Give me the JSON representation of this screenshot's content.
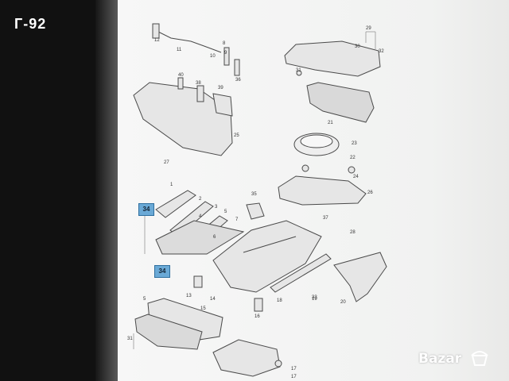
{
  "header": {
    "title": "Г-92"
  },
  "callouts": [
    "34",
    "34"
  ],
  "part_numbers": [
    "12",
    "11",
    "8",
    "9",
    "10",
    "36",
    "29",
    "30",
    "32",
    "40",
    "38",
    "39",
    "31",
    "25",
    "23",
    "21",
    "22",
    "26",
    "27",
    "35",
    "2",
    "3",
    "4",
    "5",
    "7",
    "6",
    "1",
    "13",
    "14",
    "15",
    "16",
    "17",
    "18",
    "19",
    "20",
    "24",
    "28",
    "33",
    "37",
    "31",
    "5",
    "17"
  ],
  "watermark": {
    "text": "Bazar"
  },
  "colors": {
    "callout": "#6aa9d6",
    "line": "#4a4a4a",
    "fill": "#e6e6e6"
  }
}
